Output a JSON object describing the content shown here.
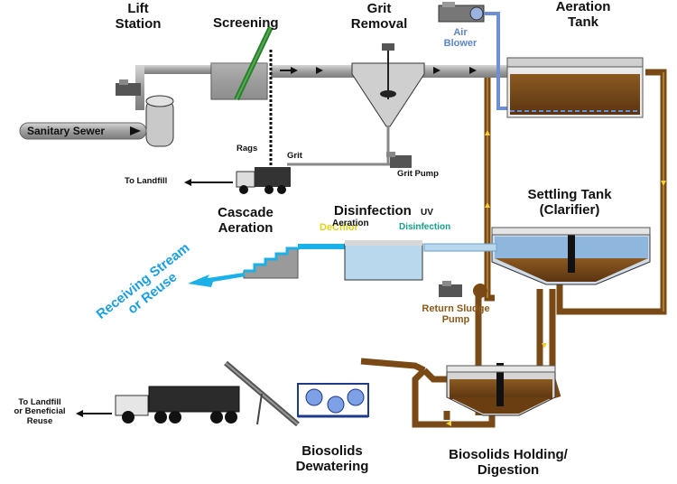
{
  "stages": {
    "lift_station": "Lift\nStation",
    "screening": "Screening",
    "grit_removal": "Grit\nRemoval",
    "aeration_tank": "Aeration\nTank",
    "cascade_aeration": "Cascade\nAeration",
    "disinfection": "Disinfection",
    "settling_tank": "Settling Tank\n(Clarifier)",
    "biosolids_dewatering": "Biosolids\nDewatering",
    "biosolids_holding": "Biosolids Holding/\nDigestion"
  },
  "labels": {
    "sanitary_sewer": "Sanitary Sewer",
    "rags": "Rags",
    "grit": "Grit",
    "grit_pump": "Grit Pump",
    "to_landfill": "To Landfill",
    "air_blower": "Air\nBlower",
    "return_sludge_pump": "Return Sludge\nPump",
    "dechlor": "DeChlor",
    "aeration_small": "Aeration",
    "uv": "UV",
    "uv_disinfection": "Disinfection",
    "receiving_stream": "Receiving Stream\nor Reuse",
    "to_landfill_reuse": "To Landfill\nor Beneficial\nReuse"
  },
  "colors": {
    "pipe_gray": "#a9a9a9",
    "sludge_brown": "#7a4a16",
    "air_blue": "#6e8fd6",
    "water_cyan": "#1ab0e8",
    "tank_blue": "#b9d8ee"
  }
}
